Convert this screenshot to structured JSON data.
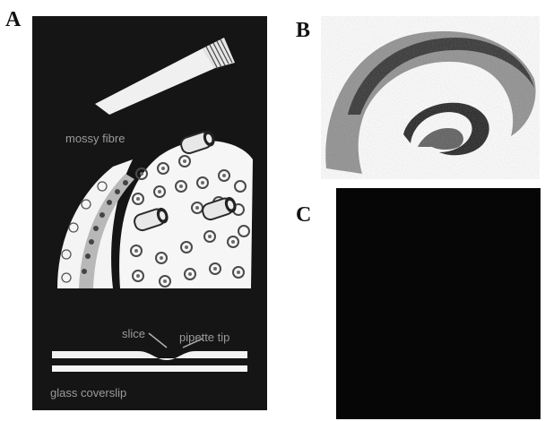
{
  "panels": {
    "a": {
      "letter": "A",
      "labels": {
        "mossy_fibre": "mossy fibre",
        "slice": "slice",
        "pipette": "pipette tip",
        "coverslip": "glass coverslip"
      }
    },
    "b": {
      "letter": "B"
    },
    "c": {
      "letter": "C"
    }
  }
}
